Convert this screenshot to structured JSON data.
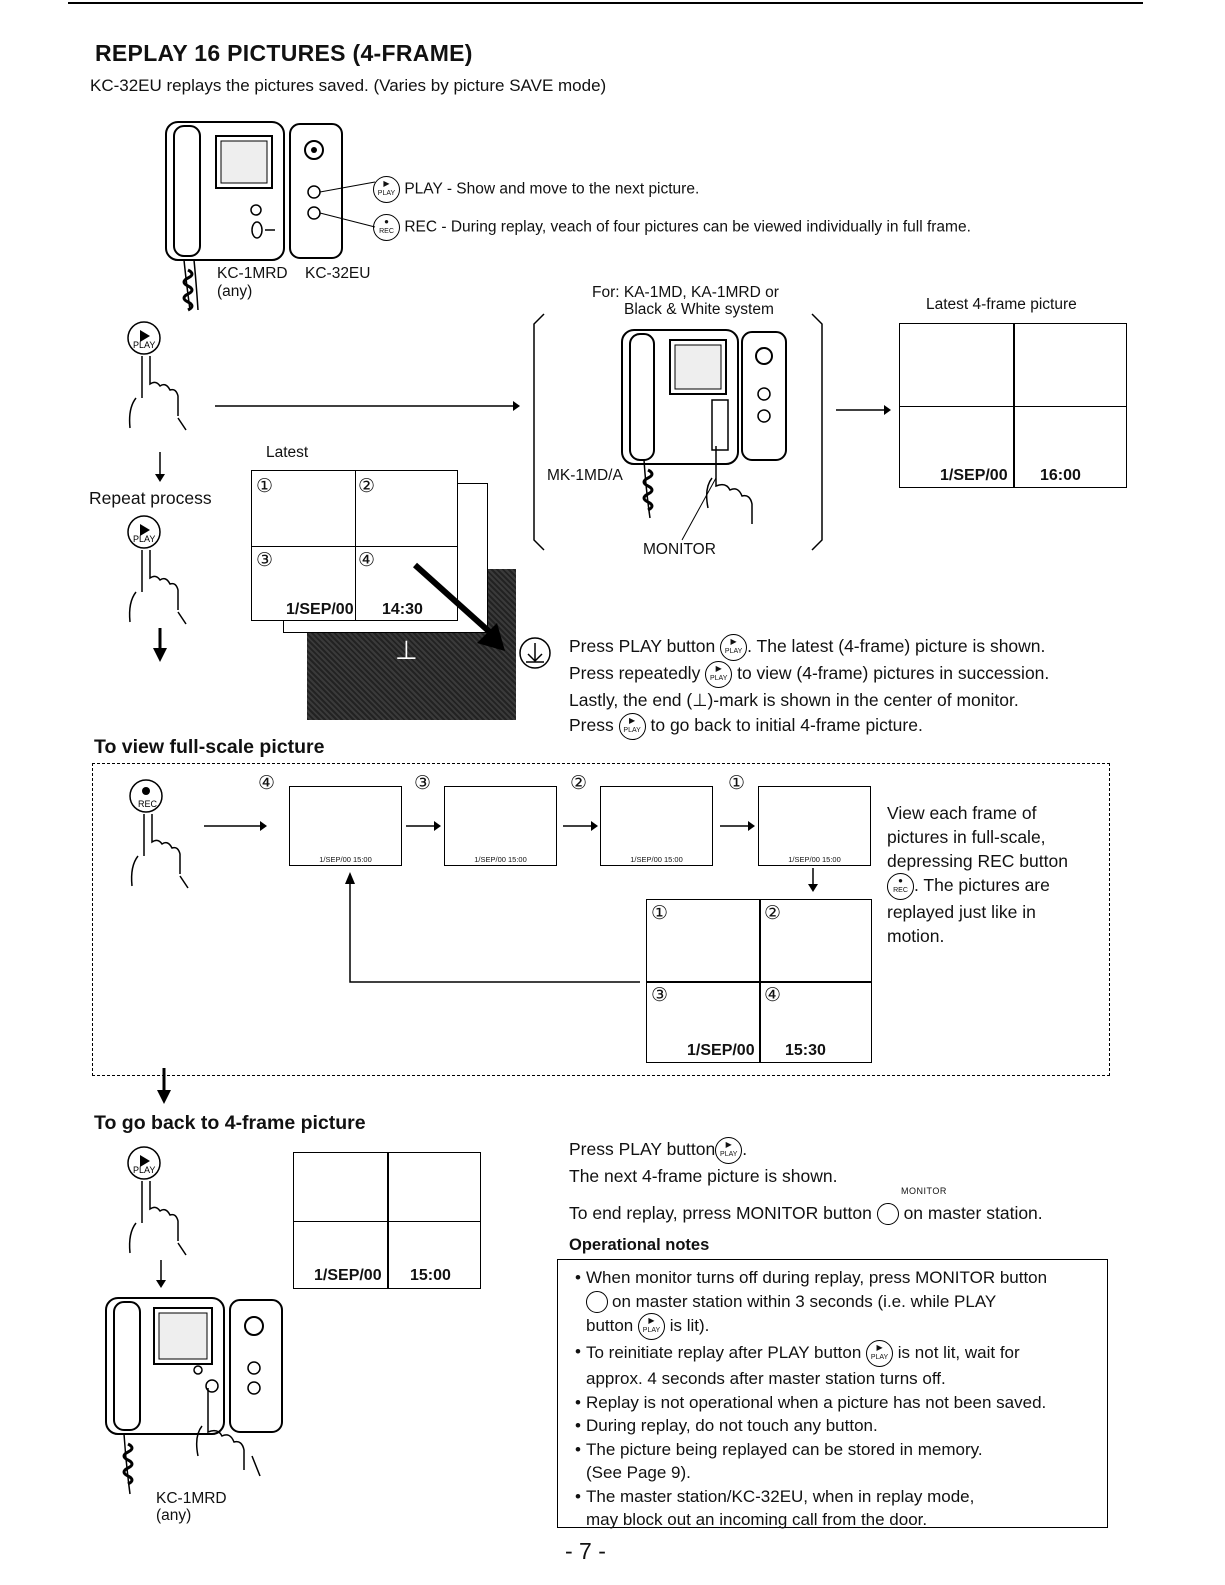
{
  "title": "REPLAY 16 PICTURES (4-FRAME)",
  "subtitle": "KC-32EU replays the pictures saved. (Varies by picture SAVE mode)",
  "buttons": {
    "play": "PLAY",
    "rec": "REC",
    "monitor": "MONITOR",
    "play_glyph": "▶",
    "rec_glyph": "●",
    "end_glyph": "⊥"
  },
  "top_device": {
    "play_desc": "PLAY - Show and move to the next picture.",
    "rec_desc": "REC - During replay, veach of four pictures can be viewed individually in full frame.",
    "label_left": "KC-1MRD",
    "label_right": "KC-32EU",
    "label_any": "(any)"
  },
  "bracket": {
    "for_line1": "For: KA-1MD, KA-1MRD or",
    "for_line2": "Black & White system",
    "master": "MK-1MD/A",
    "monitor": "MONITOR"
  },
  "latest_4frame": {
    "label": "Latest 4-frame picture",
    "date": "1/SEP/00",
    "time": "16:00"
  },
  "repeat": {
    "label": "Repeat process",
    "latest": "Latest",
    "numbers": [
      "①",
      "②",
      "③",
      "④"
    ],
    "date": "1/SEP/00",
    "time": "14:30"
  },
  "play_instructions": {
    "l1a": "Press PLAY button",
    "l1b": ". The latest (4-frame) picture is shown.",
    "l2a": "Press repeatedly",
    "l2b": "to view (4-frame) pictures in succession.",
    "l3a": "Lastly, the end (",
    "l3b": ")-mark is shown in the center of monitor.",
    "l4a": "Press",
    "l4b": "to go back to initial 4-frame picture."
  },
  "fullscale": {
    "heading": "To view full-scale picture",
    "frames": [
      {
        "num": "④",
        "stamp": "1/SEP/00     15:00"
      },
      {
        "num": "③",
        "stamp": "1/SEP/00     15:00"
      },
      {
        "num": "②",
        "stamp": "1/SEP/00     15:00"
      },
      {
        "num": "①",
        "stamp": "1/SEP/00     15:00"
      }
    ],
    "desc1": "View each frame of",
    "desc2": "pictures in full-scale,",
    "desc3": "depressing REC button",
    "desc4": ". The pictures are",
    "desc5": "replayed just like in",
    "desc6": "motion.",
    "quad_date": "1/SEP/00",
    "quad_time": "15:30"
  },
  "back": {
    "heading": "To go back to 4-frame picture",
    "l1a": "Press PLAY button",
    "l1b": ".",
    "l2": "The next 4-frame picture is shown.",
    "l3a": "To end replay, prress MONITOR button",
    "l3b": "on master station.",
    "quad_date": "1/SEP/00",
    "quad_time": "15:00",
    "device_label": "KC-1MRD",
    "device_any": "(any)"
  },
  "notes": {
    "heading": "Operational notes",
    "n1a": "When monitor turns off during replay, press MONITOR button",
    "n1b": "on master station within 3 seconds (i.e. while PLAY",
    "n1c": "button",
    "n1d": "is lit).",
    "n2a": "To reinitiate replay after PLAY button",
    "n2b": "is not lit, wait for",
    "n2c": "approx. 4 seconds after master station turns off.",
    "n3": "Replay is not operational when a picture has not been saved.",
    "n4": "During replay, do not touch any button.",
    "n5a": "The picture being replayed can be stored in memory.",
    "n5b": "(See Page 9).",
    "n6a": "The master station/KC-32EU, when in replay mode,",
    "n6b": "may block out an incoming call from the door."
  },
  "page_number": "- 7 -"
}
